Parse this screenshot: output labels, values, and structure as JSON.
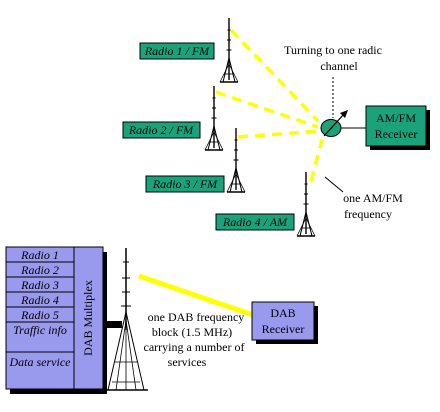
{
  "colors": {
    "station_fill": "#1aa37a",
    "receiver_fill": "#1aa37a",
    "mux_fill": "#9999ee",
    "beam_yellow": "#ffff00",
    "shadow": "#000000"
  },
  "fm_stations": [
    {
      "label": "Radio 1 / FM"
    },
    {
      "label": "Radio 2 / FM"
    },
    {
      "label": "Radio 3 / FM"
    },
    {
      "label": "Radio 4 / AM"
    }
  ],
  "tuning_note": {
    "line1": "Turning to one radic",
    "line2": "channel"
  },
  "am_fm_receiver": {
    "line1": "AM/FM",
    "line2": "Receiver"
  },
  "am_fm_note": {
    "line1": "one AM/FM",
    "line2": "frequency"
  },
  "mux": {
    "title": "DAB Multiplex",
    "rows": [
      "Radio 1",
      "Radio 2",
      "Radio 3",
      "Radio 4",
      "Radio 5",
      "Traffic info",
      "Data service"
    ]
  },
  "dab_note": {
    "line1": "one DAB frequency",
    "line2": "block (1.5 MHz)",
    "line3": "carrying a number of",
    "line4": "services"
  },
  "dab_receiver": {
    "line1": "DAB",
    "line2": "Receiver"
  }
}
